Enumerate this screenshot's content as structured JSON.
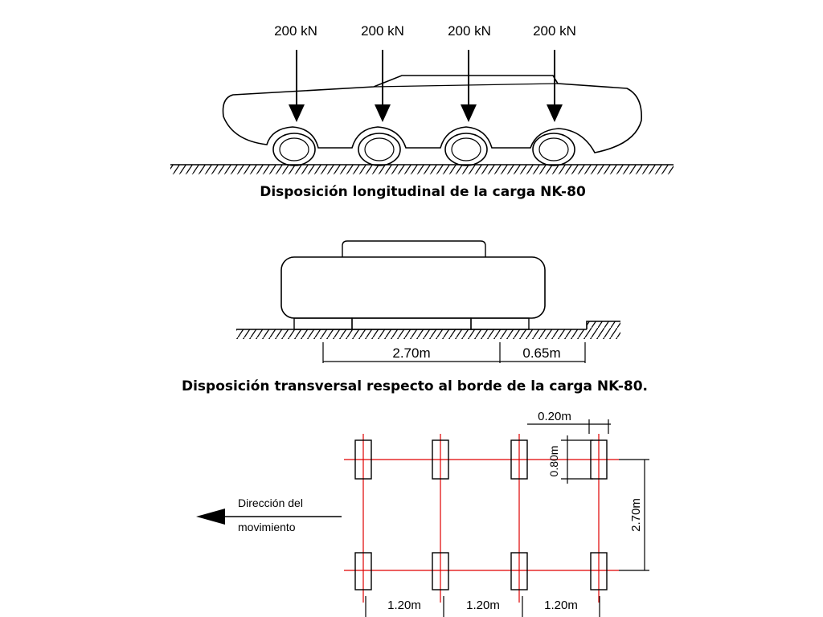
{
  "longitudinal": {
    "loads": [
      "200 kN",
      "200 kN",
      "200 kN",
      "200 kN"
    ],
    "caption": "Disposición longitudinal de la carga NK-80"
  },
  "transversal": {
    "dim_width": "2.70m",
    "dim_edge": "0.65m",
    "caption": "Disposición transversal respecto al borde de la carga NK-80."
  },
  "plan": {
    "dim_wheel_width": "0.20m",
    "dim_wheel_length": "0.80m",
    "dim_track": "2.70m",
    "spacings": [
      "1.20m",
      "1.20m",
      "1.20m"
    ],
    "direction_line1": "Dirección del",
    "direction_line2": "movimiento"
  }
}
